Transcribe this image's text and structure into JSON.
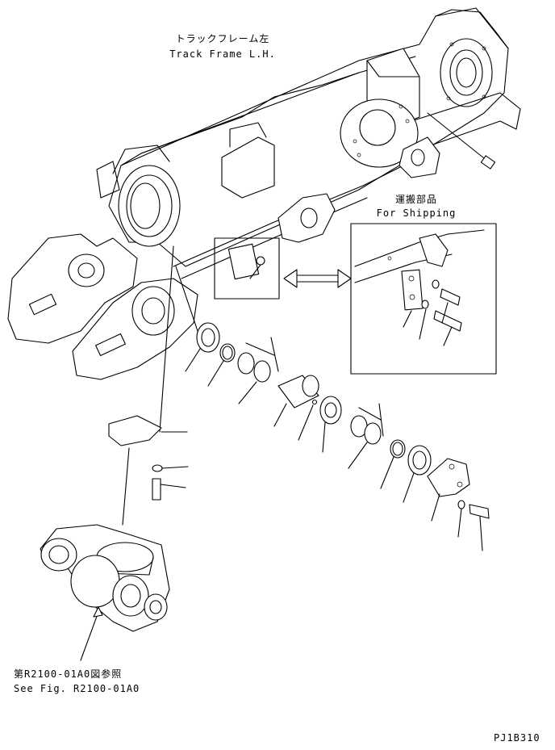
{
  "labels": {
    "title_jp": "トラックフレーム左",
    "title_en": "Track Frame L.H.",
    "shipping_jp": "運搬部品",
    "shipping_en": "For Shipping",
    "ref_jp": "第R2100-01A0図参照",
    "ref_en": "See Fig. R2100-01A0",
    "drawing_code": "PJ1B310"
  }
}
